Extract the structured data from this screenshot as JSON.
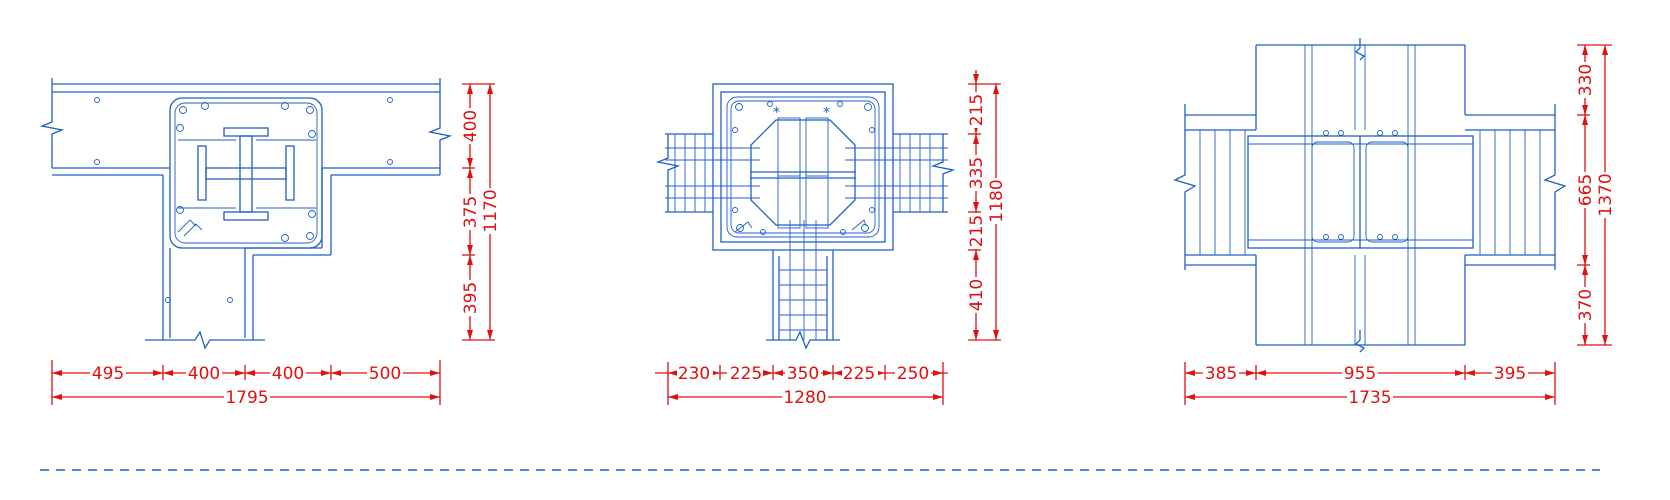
{
  "detail_1": {
    "horizontal_dims": [
      "495",
      "400",
      "400",
      "500"
    ],
    "horizontal_total": "1795",
    "vertical_dims": [
      "400",
      "375",
      "395"
    ],
    "vertical_total": "1170"
  },
  "detail_2": {
    "horizontal_dims": [
      "230",
      "225",
      "350",
      "225",
      "250"
    ],
    "horizontal_total": "1280",
    "vertical_dims": [
      "215",
      "335",
      "215",
      "410"
    ],
    "vertical_total": "1180",
    "marks": [
      "*",
      "*"
    ]
  },
  "detail_3": {
    "horizontal_dims": [
      "385",
      "955",
      "395"
    ],
    "horizontal_total": "1735",
    "vertical_dims": [
      "330",
      "665",
      "370"
    ],
    "vertical_total": "1370"
  },
  "colors": {
    "line": "#1f5fc8",
    "dimension": "#e01010",
    "background": "#ffffff"
  }
}
